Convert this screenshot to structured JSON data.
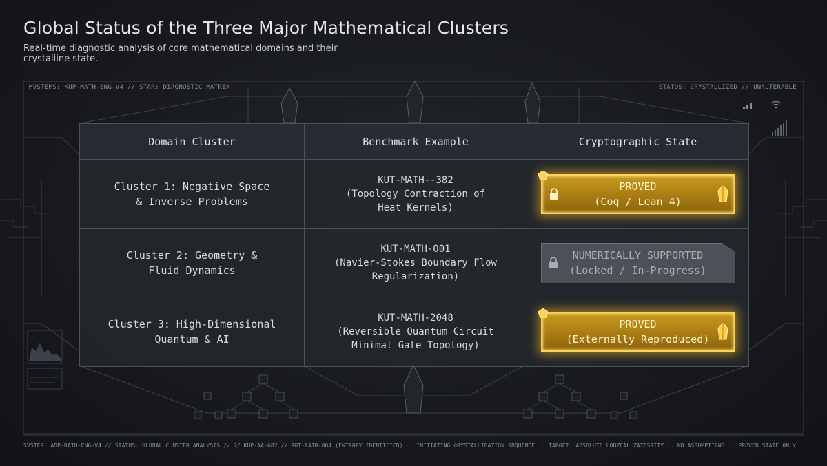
{
  "header": {
    "title": "Global Status of the Three Major Mathematical Clusters",
    "subtitle": "Real-time diagnostic analysis of core mathematical domains and their crystaliine state."
  },
  "hud": {
    "top_left": "MVSTEMS: KUP-MATH-ENG-V4 // STAR: DIAGNOSTIC MATRIX",
    "top_right": "STATUS: CRYSTALLIZED // UNALTERABLE",
    "footer": "SVSTER: ADP-RATH-EN6-V4 // STATUS: GLOBAL CLUSTER ANALYSIS // 7/ KUP-AA-682 // RUT-RATR-804 (ENTROPY IDENTIFIED) :: INITIATING ©RYSTALLIEATION SBQUENCE :: TARGET: ABSOLUTE LOBZCAL ZATESRITY :: ND ASSUMPTI6NS :: PROVED STATE ONLY"
  },
  "table": {
    "headers": [
      "Domain Cluster",
      "Benchmark Example",
      "Cryptographic State"
    ],
    "rows": [
      {
        "domain": "Cluster 1: Negative Space\n& Inverse Problems",
        "benchmark": "KUT-MATH--382\n(Topology Contraction of\nHeat Kernels)",
        "state": "PROVED\n(Coq / Lean 4)",
        "state_type": "proved"
      },
      {
        "domain": "Cluster 2: Geometry &\nFluid Dynamics",
        "benchmark": "KUT-MATH-001\n(Navier-Stokes Boundary Flow\nRegularization)",
        "state": "NUMERICALLY SUPPORTED\n(Locked / In-Progress)",
        "state_type": "locked"
      },
      {
        "domain": "Cluster 3: High-Dimensional\nQuantum & AI",
        "benchmark": "KUT-MATH-2048\n(Reversible Quantum Circuit\nMinimal Gate Topology)",
        "state": "PROVED\n(Externally Reproduced)",
        "state_type": "proved"
      }
    ]
  },
  "icons": {
    "lock": "lock-icon",
    "crystal": "crystal-icon",
    "signal": "signal-icon",
    "wifi": "wifi-icon"
  },
  "colors": {
    "background": "#15171a",
    "proved_gold": "#c99a1e",
    "proved_glow": "#ffd35a",
    "locked_grey": "#4b5157",
    "line": "#4b5259"
  }
}
